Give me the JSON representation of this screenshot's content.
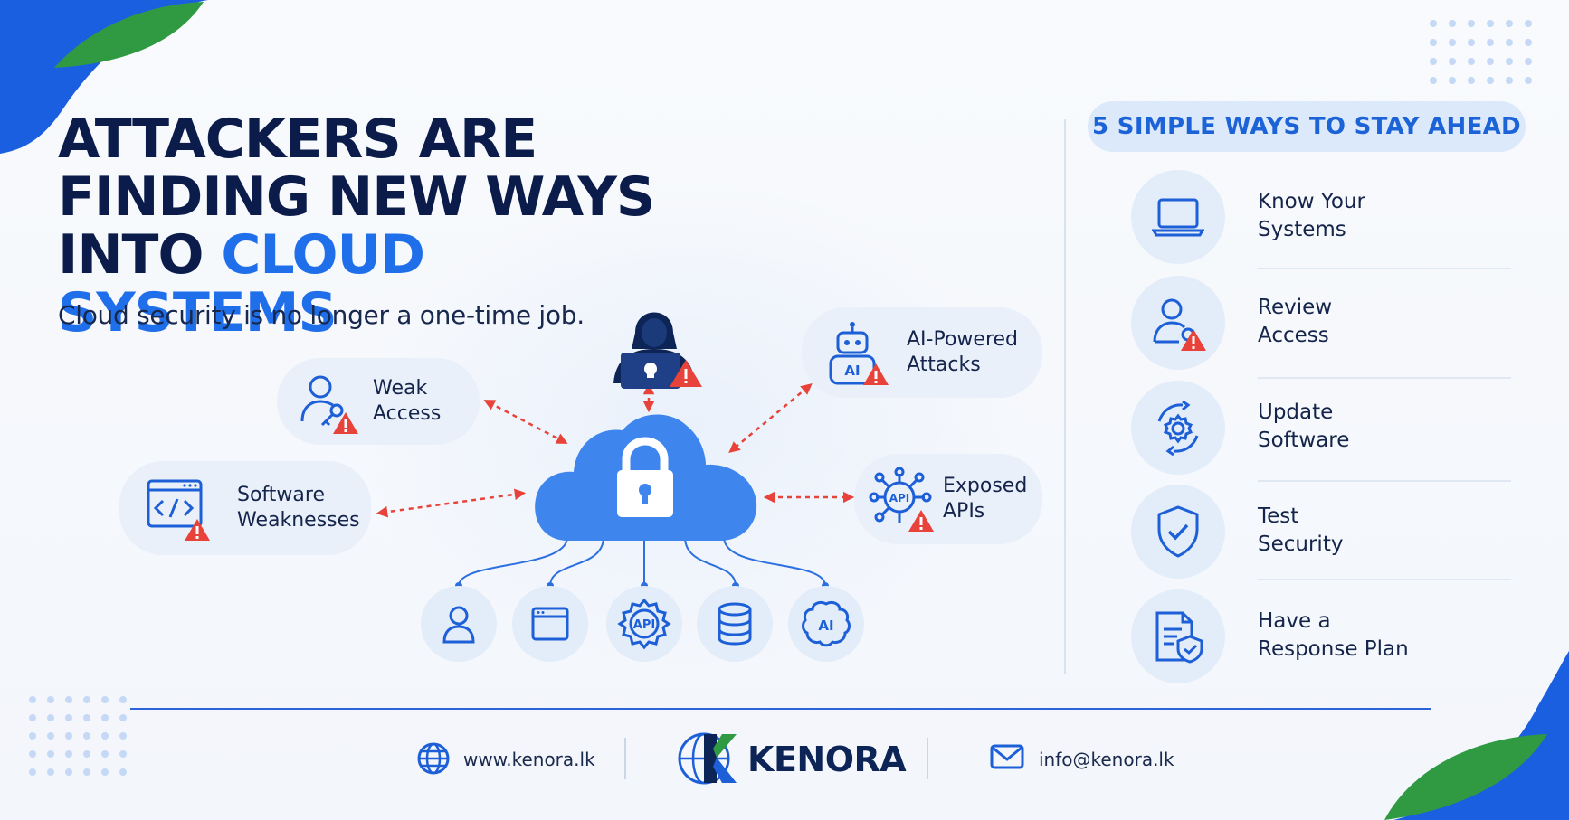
{
  "headline": {
    "line1": "ATTACKERS ARE",
    "line2": "FINDING NEW WAYS",
    "line3_prefix": "INTO ",
    "line3_accent": "CLOUD SYSTEMS"
  },
  "subtitle": "Cloud security is no longer a one-time job.",
  "threats": [
    {
      "label": "Weak\nAccess",
      "icon": "user-key-icon"
    },
    {
      "label": "Software\nWeaknesses",
      "icon": "code-window-icon"
    },
    {
      "label": "AI-Powered\nAttacks",
      "icon": "ai-robot-icon",
      "badge": "AI"
    },
    {
      "label": "Exposed\nAPIs",
      "icon": "api-network-icon",
      "badge": "API"
    }
  ],
  "cloud_nodes": [
    {
      "icon": "user-icon"
    },
    {
      "icon": "browser-window-icon"
    },
    {
      "icon": "api-gear-icon",
      "badge": "API"
    },
    {
      "icon": "database-icon"
    },
    {
      "icon": "ai-brain-icon",
      "badge": "AI"
    }
  ],
  "ways": {
    "title": "5 SIMPLE WAYS TO STAY AHEAD",
    "items": [
      {
        "label": "Know Your\nSystems",
        "icon": "laptop-icon"
      },
      {
        "label": "Review\nAccess",
        "icon": "user-alert-icon"
      },
      {
        "label": "Update\nSoftware",
        "icon": "update-gear-icon"
      },
      {
        "label": "Test\nSecurity",
        "icon": "shield-check-icon"
      },
      {
        "label": "Have a\nResponse Plan",
        "icon": "document-shield-icon"
      }
    ]
  },
  "footer": {
    "website": "www.kenora.lk",
    "brand": "KENORA",
    "email": "info@kenora.lk"
  },
  "colors": {
    "navy": "#0b1c4a",
    "accent": "#1f6feb",
    "alert": "#e8433a",
    "soft": "#e3edfa"
  }
}
